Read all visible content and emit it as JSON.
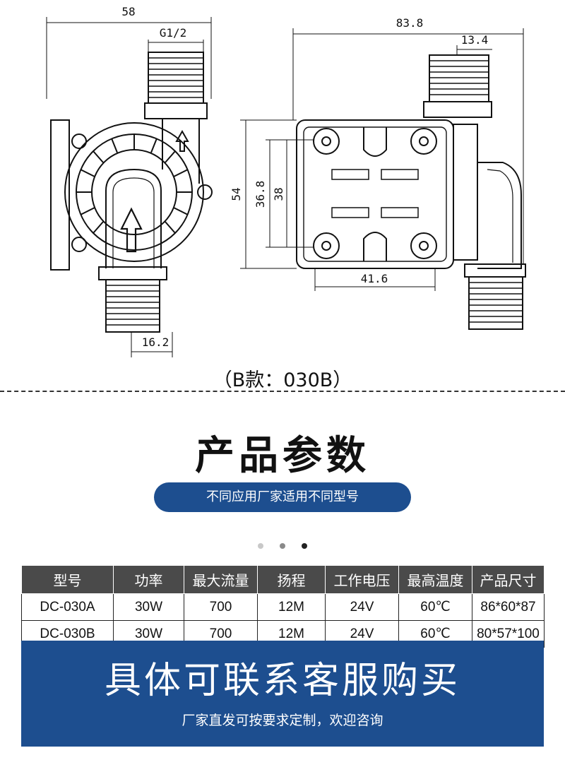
{
  "drawing": {
    "dims": {
      "left_width": "58",
      "left_thread": "G1/2",
      "left_outlet": "16.2",
      "right_width": "83.8",
      "right_offset": "13.4",
      "right_height": "54",
      "right_inner1": "36.8",
      "right_inner2": "38",
      "right_bottom": "41.6"
    }
  },
  "caption": "（B款：030B）",
  "section": {
    "title": "产品参数",
    "subtitle": "不同应用厂家适用不同型号"
  },
  "table": {
    "headers": [
      "型号",
      "功率",
      "最大流量",
      "扬程",
      "工作电压",
      "最高温度",
      "产品尺寸"
    ],
    "rows": [
      [
        "DC-030A",
        "30W",
        "700",
        "12M",
        "24V",
        "60℃",
        "86*60*87"
      ],
      [
        "DC-030B",
        "30W",
        "700",
        "12M",
        "24V",
        "60℃",
        "80*57*100"
      ]
    ]
  },
  "cta": {
    "title": "具体可联系客服购买",
    "subtitle": "厂家直发可按要求定制，欢迎咨询"
  },
  "colors": {
    "accent": "#1d4e8f",
    "header_bg": "#4a4a4a"
  }
}
